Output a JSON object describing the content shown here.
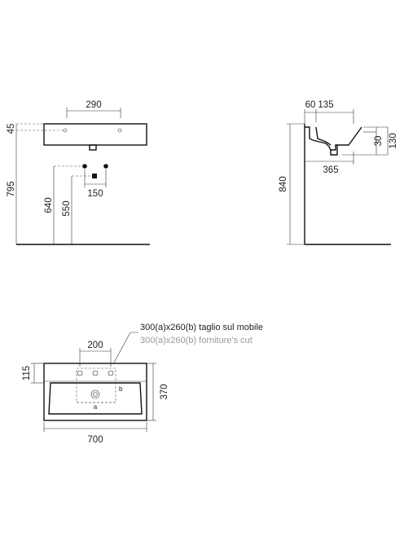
{
  "front_view": {
    "width_between_holes": "290",
    "top_thickness": "45",
    "height_to_rim": "795",
    "height_inlet": "640",
    "height_waste": "550",
    "inlet_spacing": "150"
  },
  "side_view": {
    "depth_to_tap": "60",
    "tap_depth": "135",
    "total_height": "840",
    "inner_height": "30",
    "outer_height": "130",
    "basin_depth": "365"
  },
  "plan_view": {
    "cut_note": "300(a)x260(b) taglio sul mobile",
    "cut_note_en": "300(a)x260(b) forniture's cut",
    "holes_spacing": "200",
    "back_depth": "115",
    "depth": "370",
    "width": "700",
    "label_a": "a",
    "label_b": "b"
  }
}
